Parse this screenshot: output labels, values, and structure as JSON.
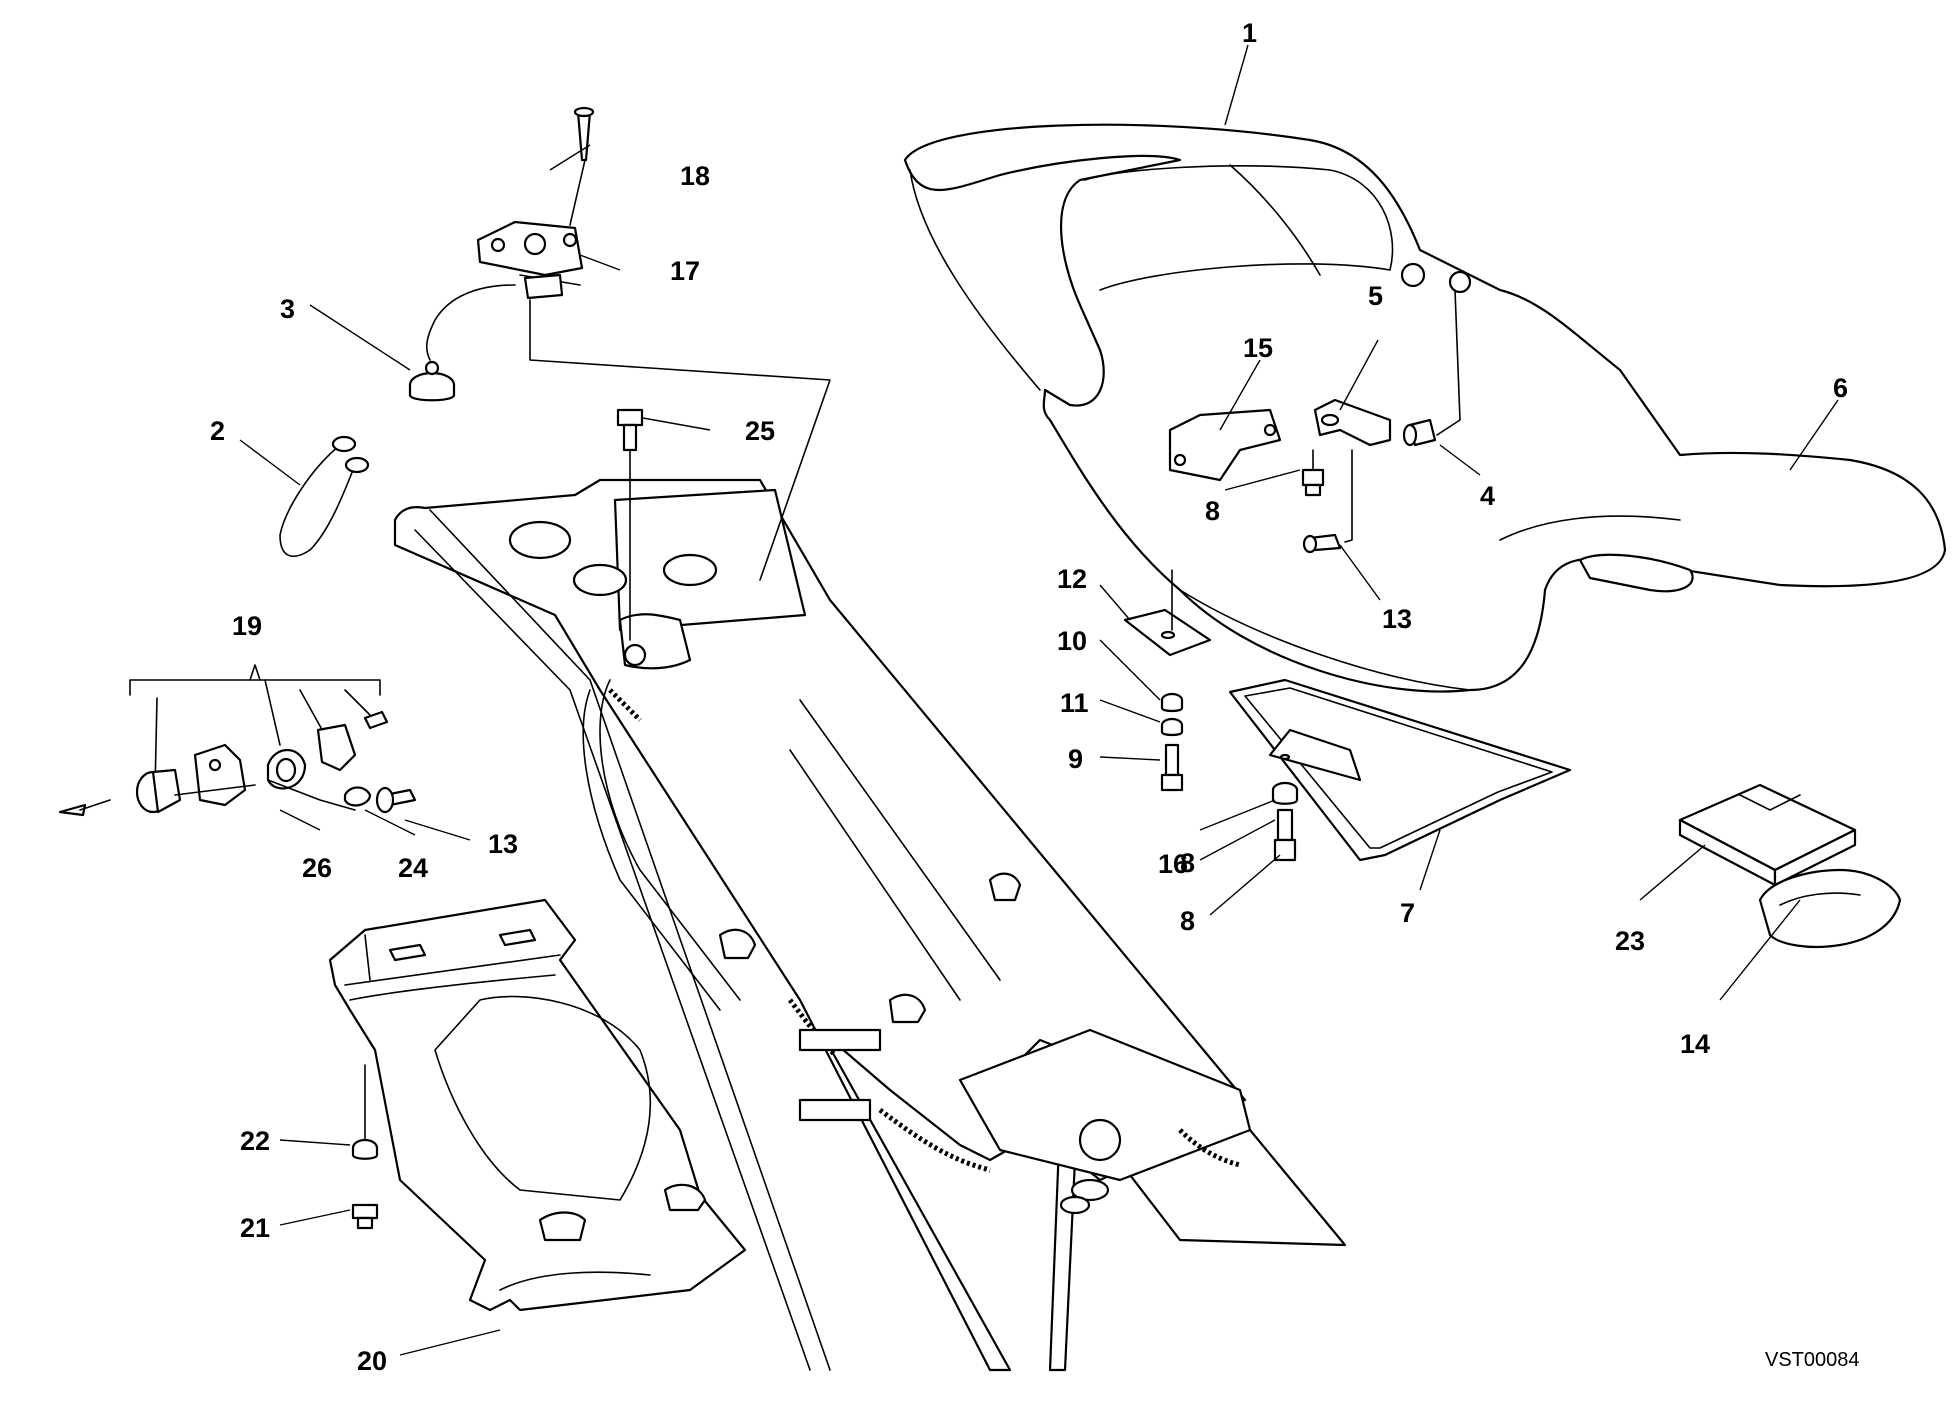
{
  "diagram": {
    "drawing_code": "VST00084",
    "callouts": [
      {
        "id": "c1",
        "label": "1"
      },
      {
        "id": "c2",
        "label": "2"
      },
      {
        "id": "c3",
        "label": "3"
      },
      {
        "id": "c4",
        "label": "4"
      },
      {
        "id": "c5",
        "label": "5"
      },
      {
        "id": "c6",
        "label": "6"
      },
      {
        "id": "c7",
        "label": "7"
      },
      {
        "id": "c8a",
        "label": "8"
      },
      {
        "id": "c8b",
        "label": "8"
      },
      {
        "id": "c8c",
        "label": "8"
      },
      {
        "id": "c9",
        "label": "9"
      },
      {
        "id": "c10",
        "label": "10"
      },
      {
        "id": "c11",
        "label": "11"
      },
      {
        "id": "c12",
        "label": "12"
      },
      {
        "id": "c13a",
        "label": "13"
      },
      {
        "id": "c13b",
        "label": "13"
      },
      {
        "id": "c14",
        "label": "14"
      },
      {
        "id": "c15",
        "label": "15"
      },
      {
        "id": "c16",
        "label": "16"
      },
      {
        "id": "c17",
        "label": "17"
      },
      {
        "id": "c18",
        "label": "18"
      },
      {
        "id": "c19",
        "label": "19"
      },
      {
        "id": "c20",
        "label": "20"
      },
      {
        "id": "c21",
        "label": "21"
      },
      {
        "id": "c22",
        "label": "22"
      },
      {
        "id": "c23",
        "label": "23"
      },
      {
        "id": "c24",
        "label": "24"
      },
      {
        "id": "c25",
        "label": "25"
      },
      {
        "id": "c26",
        "label": "26"
      }
    ]
  }
}
